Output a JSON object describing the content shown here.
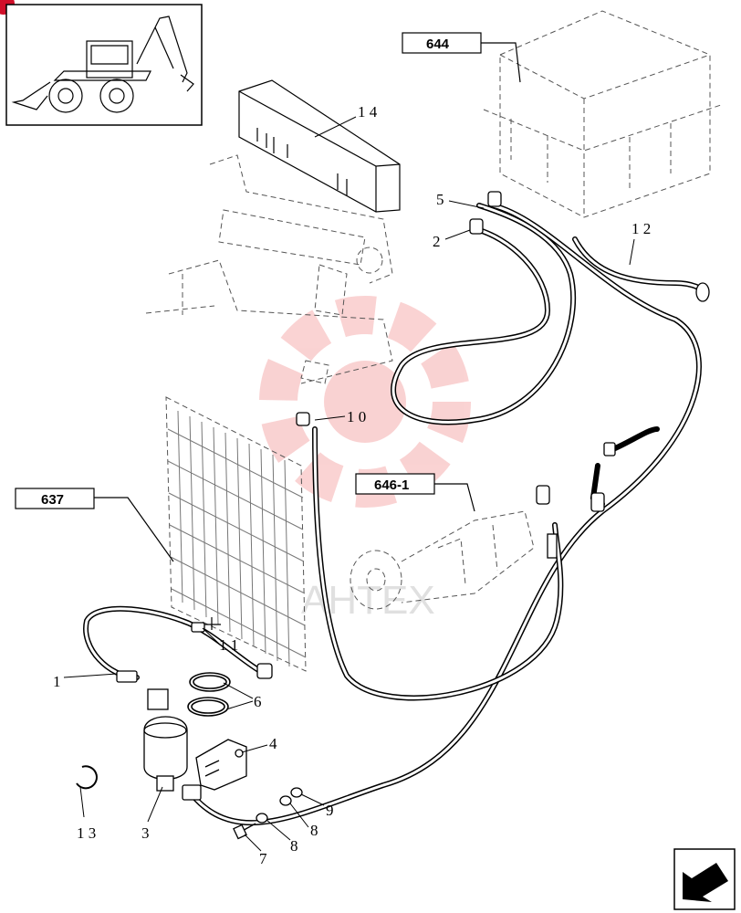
{
  "references": [
    {
      "id": "ref-644",
      "text": "644"
    },
    {
      "id": "ref-637",
      "text": "637"
    },
    {
      "id": "ref-646-1",
      "text": "646-1"
    }
  ],
  "callouts": [
    {
      "text": "1 4"
    },
    {
      "text": "5"
    },
    {
      "text": "2"
    },
    {
      "text": "1 2"
    },
    {
      "text": "1 0"
    },
    {
      "text": "1 1"
    },
    {
      "text": "1"
    },
    {
      "text": "6"
    },
    {
      "text": "4"
    },
    {
      "text": "9"
    },
    {
      "text": "8"
    },
    {
      "text": "8"
    },
    {
      "text": "7"
    },
    {
      "text": "3"
    },
    {
      "text": "1 3"
    }
  ],
  "watermark": {
    "text": "АНТЕХ"
  },
  "colors": {
    "line": "#000000",
    "dashed": "#555555",
    "watermark": "#f08080",
    "badge": "#d0102a"
  },
  "icons": {
    "thumbnail": "backhoe-loader-icon",
    "nav": "next-page-arrow-icon"
  }
}
